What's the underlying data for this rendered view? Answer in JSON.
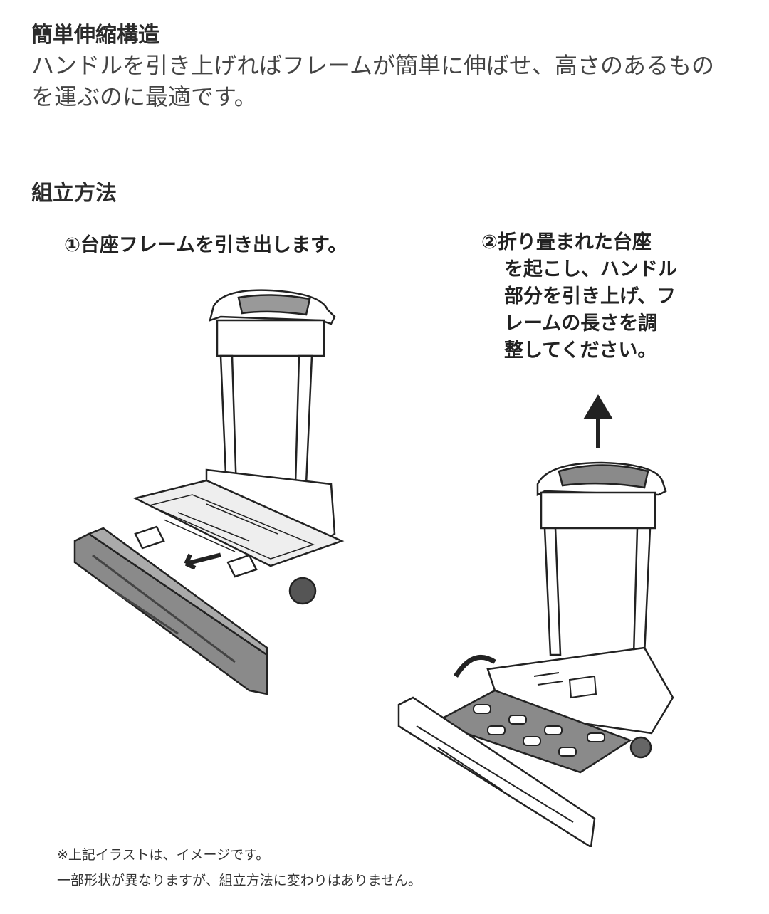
{
  "section1": {
    "title": "簡単伸縮構造",
    "body": "ハンドルを引き上げればフレームが簡単に伸ばせ、高さのあるものを運ぶのに最適です。"
  },
  "section2": {
    "title": "組立方法",
    "step1": "①台座フレームを引き出します。",
    "step2_lines": [
      "②折り畳まれた台座",
      "を起こし、ハンドル",
      "部分を引き上げ、フ",
      "レームの長さを調",
      "整してください。"
    ]
  },
  "notes": [
    "※上記イラストは、イメージです。",
    "一部形状が異なりますが、組立方法に変わりはありません。"
  ],
  "colors": {
    "text": "#333333",
    "frame_fill": "#8a8a8a",
    "outline": "#222222"
  }
}
